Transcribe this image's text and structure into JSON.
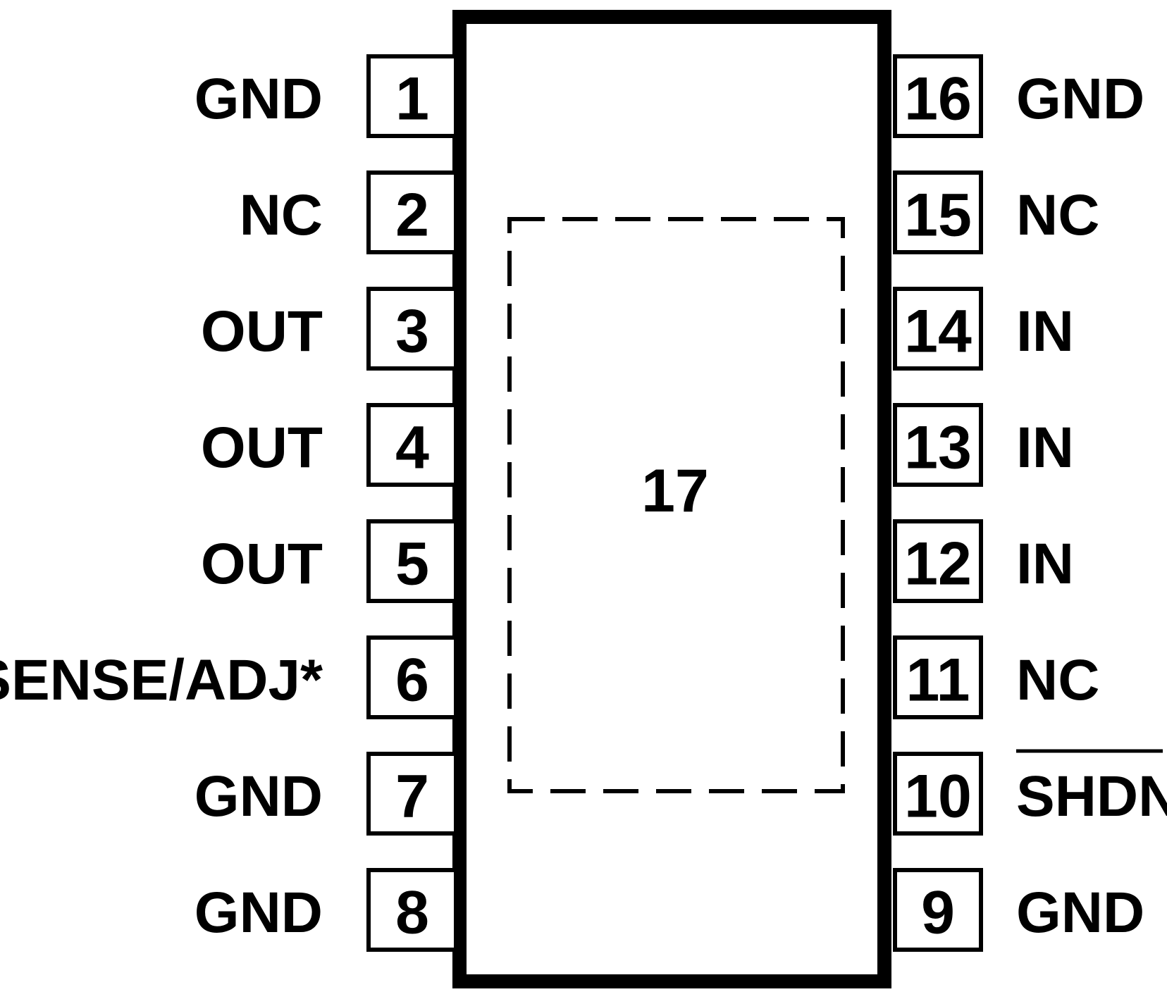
{
  "package": {
    "epad": {
      "number": "17"
    },
    "left_pins": [
      {
        "number": "1",
        "name": "GND"
      },
      {
        "number": "2",
        "name": "NC"
      },
      {
        "number": "3",
        "name": "OUT"
      },
      {
        "number": "4",
        "name": "OUT"
      },
      {
        "number": "5",
        "name": "OUT"
      },
      {
        "number": "6",
        "name": "SENSE/ADJ*"
      },
      {
        "number": "7",
        "name": "GND"
      },
      {
        "number": "8",
        "name": "GND"
      }
    ],
    "right_pins": [
      {
        "number": "16",
        "name": "GND",
        "overbar": false
      },
      {
        "number": "15",
        "name": "NC",
        "overbar": false
      },
      {
        "number": "14",
        "name": "IN",
        "overbar": false
      },
      {
        "number": "13",
        "name": "IN",
        "overbar": false
      },
      {
        "number": "12",
        "name": "IN",
        "overbar": false
      },
      {
        "number": "11",
        "name": "NC",
        "overbar": false
      },
      {
        "number": "10",
        "name": "SHDN",
        "overbar": true
      },
      {
        "number": "9",
        "name": "GND",
        "overbar": false
      }
    ]
  }
}
